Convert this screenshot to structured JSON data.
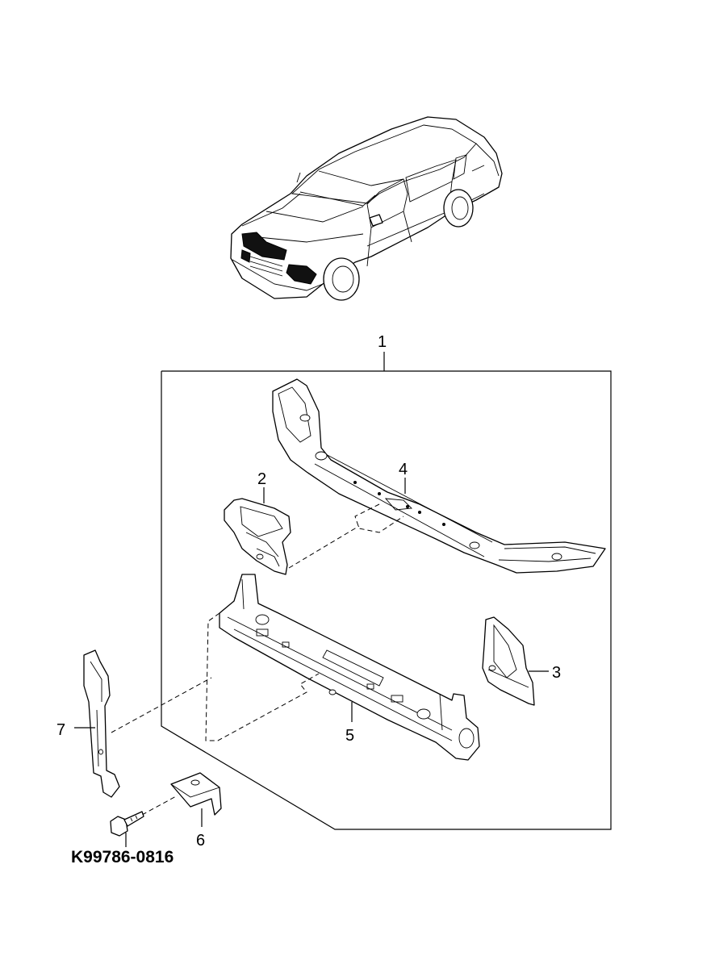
{
  "callouts": {
    "assembly": "1",
    "part2": "2",
    "part3": "3",
    "part4": "4",
    "part5": "5",
    "part6": "6",
    "part7": "7"
  },
  "fastener_part_number": "K99786-0816"
}
